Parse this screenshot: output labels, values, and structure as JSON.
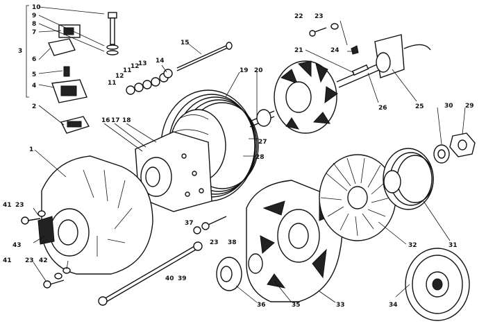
{
  "callouts": {
    "c1": "1",
    "c2": "2",
    "c3": "3",
    "c4": "4",
    "c5": "5",
    "c6": "6",
    "c7": "7",
    "c8": "8",
    "c9": "9",
    "c10": "10",
    "c11a": "11",
    "c11b": "11",
    "c12a": "12",
    "c12b": "12",
    "c13": "13",
    "c14": "14",
    "c15": "15",
    "c16": "16",
    "c17": "17",
    "c18": "18",
    "c19": "19",
    "c20": "20",
    "c21": "21",
    "c22": "22",
    "c23a": "23",
    "c23b": "23",
    "c23c": "23",
    "c23d": "23",
    "c24": "24",
    "c25": "25",
    "c26": "26",
    "c27": "27",
    "c28": "28",
    "c29": "29",
    "c30": "30",
    "c31": "31",
    "c32": "32",
    "c33": "33",
    "c34": "34",
    "c35": "35",
    "c36": "36",
    "c37": "37",
    "c38": "38",
    "c39": "39",
    "c40": "40",
    "c41a": "41",
    "c41b": "41",
    "c42": "42",
    "c43": "43"
  }
}
